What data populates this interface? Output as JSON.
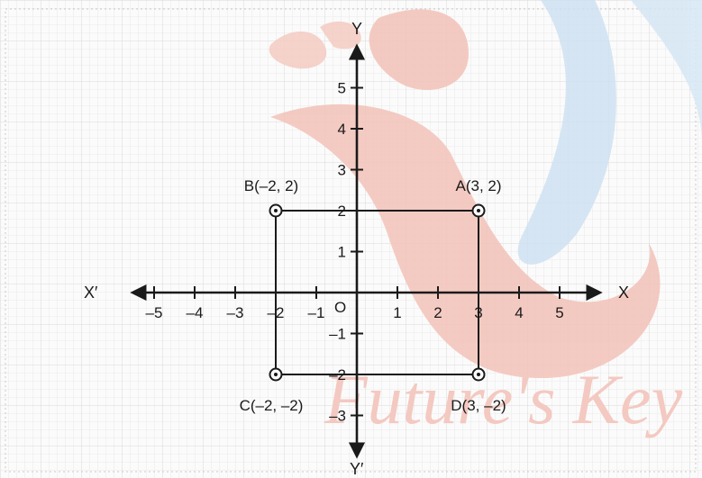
{
  "diagram": {
    "axis_labels": {
      "x_pos": "X",
      "x_neg": "X′",
      "y_pos": "Y",
      "y_neg": "Y′",
      "origin": "O"
    },
    "x_ticks": [
      -5,
      -4,
      -3,
      -2,
      -1,
      1,
      2,
      3,
      4,
      5
    ],
    "x_tick_text": [
      "–5",
      "–4",
      "–3",
      "–2",
      "–1",
      "1",
      "2",
      "3",
      "4",
      "5"
    ],
    "y_ticks": [
      5,
      4,
      3,
      2,
      1,
      -1,
      -2,
      -3
    ],
    "y_tick_text": [
      "5",
      "4",
      "3",
      "2",
      "1",
      "–1",
      "–2",
      "–3"
    ],
    "points": [
      {
        "name": "A",
        "x": 3,
        "y": 2,
        "label": "A(3, 2)"
      },
      {
        "name": "B",
        "x": -2,
        "y": 2,
        "label": "B(–2, 2)"
      },
      {
        "name": "C",
        "x": -2,
        "y": -2,
        "label": "C(–2, –2)"
      },
      {
        "name": "D",
        "x": 3,
        "y": -2,
        "label": "D(3, –2)"
      }
    ],
    "polygon_order": [
      "A",
      "B",
      "C",
      "D"
    ]
  },
  "watermark": {
    "text": "Future's Key"
  },
  "colors": {
    "axis": "#1a1a1a",
    "grid": "#e3e3e3",
    "watermark_red": "#f2c2b8",
    "watermark_blue": "#cfe2f2"
  }
}
